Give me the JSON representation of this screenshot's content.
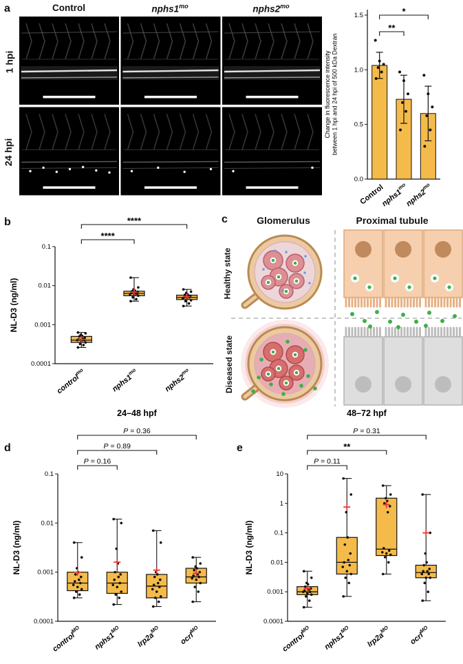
{
  "panels": {
    "a": {
      "label": "a"
    },
    "b": {
      "label": "b"
    },
    "c": {
      "label": "c"
    },
    "d": {
      "label": "d"
    },
    "e": {
      "label": "e"
    }
  },
  "microscopy": {
    "col_headers": [
      {
        "base": "Control",
        "sup": "",
        "italic": false
      },
      {
        "base": "nphs1",
        "sup": "mo",
        "italic": true
      },
      {
        "base": "nphs2",
        "sup": "mo",
        "italic": true
      }
    ],
    "row_labels": [
      "1 hpi",
      "24 hpi"
    ]
  },
  "diagram": {
    "col_headers": [
      "Glomerulus",
      "Proximal tubule"
    ],
    "row_labels": [
      "Healthy state",
      "Diseased state"
    ],
    "colors": {
      "healthy_cell": "#f6cfae",
      "diseased_cell": "#dedede",
      "tracer_green": "#3fae49"
    }
  },
  "chart_data": [
    {
      "id": "dextran-bar",
      "type": "bar",
      "ylabel_lines": [
        "Change in fluorescence intensity",
        "between 1 hpi and 24 hpi of 500 kDa Dextran"
      ],
      "categories": [
        {
          "base": "Control",
          "sup": "",
          "italic": false
        },
        {
          "base": "nphs1",
          "sup": "mo",
          "italic": true
        },
        {
          "base": "nphs2",
          "sup": "mo",
          "italic": true
        }
      ],
      "values": [
        1.04,
        0.73,
        0.6
      ],
      "errors": [
        0.12,
        0.22,
        0.25
      ],
      "points": [
        [
          0.92,
          0.98,
          1.02,
          1.05,
          1.08,
          1.27
        ],
        [
          0.45,
          0.62,
          0.7,
          0.78,
          0.9,
          0.98
        ],
        [
          0.3,
          0.45,
          0.58,
          0.66,
          0.78,
          0.95
        ]
      ],
      "ylim": [
        0,
        1.55
      ],
      "yticks": [
        "0.0",
        "0.5",
        "1.0",
        "1.5"
      ],
      "bar_color": "#f5bb4a",
      "annotations": [
        {
          "from": 0,
          "to": 1,
          "label": "**",
          "level": 0
        },
        {
          "from": 0,
          "to": 2,
          "label": "*",
          "level": 1
        }
      ]
    },
    {
      "id": "nld3-box-b",
      "type": "box",
      "title": "",
      "ylabel": "NL-D3 (ng/ml)",
      "ymin": 0.0001,
      "ymax": 0.1,
      "yticks": [
        "0.1",
        "0.01",
        "0.001",
        "0.0001"
      ],
      "box_color": "#f5bb4a",
      "mean_color": "#e53935",
      "categories": [
        {
          "base": "control",
          "sup": "mo",
          "italic": true
        },
        {
          "base": "nphs1",
          "sup": "mo",
          "italic": true
        },
        {
          "base": "nphs2",
          "sup": "mo",
          "italic": true
        }
      ],
      "groups": [
        {
          "lo": 0.00026,
          "q1": 0.00035,
          "median": 0.0004,
          "q3": 0.0005,
          "hi": 0.00063,
          "mean": 0.00042,
          "points": [
            0.00026,
            0.0003,
            0.00032,
            0.00035,
            0.00037,
            0.0004,
            0.0004,
            0.00042,
            0.00044,
            0.00046,
            0.0005,
            0.00052,
            0.00055,
            0.0006,
            0.00063
          ]
        },
        {
          "lo": 0.004,
          "q1": 0.0055,
          "median": 0.0063,
          "q3": 0.0072,
          "hi": 0.016,
          "mean": 0.0068,
          "points": [
            0.004,
            0.0045,
            0.005,
            0.0055,
            0.0058,
            0.006,
            0.0062,
            0.0065,
            0.0065,
            0.007,
            0.0072,
            0.0075,
            0.008,
            0.009,
            0.016
          ]
        },
        {
          "lo": 0.003,
          "q1": 0.0044,
          "median": 0.005,
          "q3": 0.0057,
          "hi": 0.008,
          "mean": 0.0052,
          "points": [
            0.003,
            0.0035,
            0.004,
            0.0042,
            0.0045,
            0.0047,
            0.005,
            0.005,
            0.0052,
            0.0055,
            0.0058,
            0.006,
            0.0065,
            0.007,
            0.008
          ]
        }
      ],
      "annotations": [
        {
          "from": 0,
          "to": 1,
          "label": "****",
          "level": 0
        },
        {
          "from": 0,
          "to": 2,
          "label": "****",
          "level": 1
        }
      ]
    },
    {
      "id": "nld3-box-d",
      "type": "box",
      "title": "24–48 hpf",
      "ylabel": "NL-D3 (ng/ml)",
      "ymin": 0.0001,
      "ymax": 0.1,
      "yticks": [
        "0.1",
        "0.01",
        "0.001",
        "0.0001"
      ],
      "box_color": "#f5bb4a",
      "mean_color": "#e53935",
      "categories": [
        {
          "base": "control",
          "sup": "MO",
          "italic": true
        },
        {
          "base": "nphs1",
          "sup": "MO",
          "italic": true
        },
        {
          "base": "lrp2a",
          "sup": "MO",
          "italic": true
        },
        {
          "base": "ocrl",
          "sup": "MO",
          "italic": true
        }
      ],
      "groups": [
        {
          "lo": 0.0003,
          "q1": 0.00042,
          "median": 0.0006,
          "q3": 0.001,
          "hi": 0.004,
          "mean": 0.001,
          "points": [
            0.0003,
            0.00035,
            0.0004,
            0.00045,
            0.0005,
            0.00055,
            0.0006,
            0.00065,
            0.0007,
            0.0008,
            0.0009,
            0.001,
            0.0012,
            0.002,
            0.004
          ]
        },
        {
          "lo": 0.00022,
          "q1": 0.00037,
          "median": 0.0006,
          "q3": 0.001,
          "hi": 0.012,
          "mean": 0.0016,
          "points": [
            0.00022,
            0.0003,
            0.00035,
            0.0004,
            0.0005,
            0.00055,
            0.0006,
            0.0007,
            0.0008,
            0.0009,
            0.001,
            0.0015,
            0.003,
            0.01,
            0.012
          ]
        },
        {
          "lo": 0.0002,
          "q1": 0.0003,
          "median": 0.00052,
          "q3": 0.0009,
          "hi": 0.007,
          "mean": 0.0011,
          "points": [
            0.0002,
            0.00025,
            0.0003,
            0.00032,
            0.0004,
            0.00045,
            0.0005,
            0.00055,
            0.0006,
            0.0007,
            0.0008,
            0.0009,
            0.001,
            0.004,
            0.007
          ]
        },
        {
          "lo": 0.00025,
          "q1": 0.0006,
          "median": 0.0008,
          "q3": 0.0012,
          "hi": 0.002,
          "mean": 0.00095,
          "points": [
            0.00025,
            0.0004,
            0.0005,
            0.0006,
            0.0007,
            0.00075,
            0.0008,
            0.00085,
            0.0009,
            0.001,
            0.0011,
            0.0012,
            0.0013,
            0.0015,
            0.002
          ]
        }
      ],
      "annotations": [
        {
          "from": 0,
          "to": 1,
          "label": "P = 0.16",
          "level": 0
        },
        {
          "from": 0,
          "to": 2,
          "label": "P = 0.89",
          "level": 1
        },
        {
          "from": 0,
          "to": 3,
          "label": "P = 0.36",
          "level": 2
        }
      ]
    },
    {
      "id": "nld3-box-e",
      "type": "box",
      "title": "48–72 hpf",
      "ylabel": "NL-D3 (ng/ml)",
      "ymin": 0.0001,
      "ymax": 10,
      "yticks": [
        "10",
        "1",
        "0.1",
        "0.01",
        "0.001",
        "0.0001"
      ],
      "box_color": "#f5bb4a",
      "mean_color": "#e53935",
      "categories": [
        {
          "base": "control",
          "sup": "MO",
          "italic": true
        },
        {
          "base": "nphs1",
          "sup": "MO",
          "italic": true
        },
        {
          "base": "lrp2a",
          "sup": "MO",
          "italic": true
        },
        {
          "base": "ocrl",
          "sup": "MO",
          "italic": true
        }
      ],
      "groups": [
        {
          "lo": 0.0003,
          "q1": 0.0008,
          "median": 0.001,
          "q3": 0.0015,
          "hi": 0.005,
          "mean": 0.0013,
          "points": [
            0.0003,
            0.0005,
            0.0007,
            0.0008,
            0.0009,
            0.001,
            0.001,
            0.0011,
            0.0012,
            0.0013,
            0.0015,
            0.0018,
            0.002,
            0.003,
            0.005
          ]
        },
        {
          "lo": 0.0007,
          "q1": 0.004,
          "median": 0.01,
          "q3": 0.07,
          "hi": 7,
          "mean": 0.75,
          "points": [
            0.0007,
            0.002,
            0.003,
            0.004,
            0.005,
            0.007,
            0.008,
            0.01,
            0.012,
            0.02,
            0.04,
            0.07,
            0.5,
            2,
            7
          ]
        },
        {
          "lo": 0.004,
          "q1": 0.017,
          "median": 0.028,
          "q3": 1.5,
          "hi": 4,
          "mean": 0.9,
          "points": [
            0.004,
            0.01,
            0.015,
            0.018,
            0.02,
            0.022,
            0.025,
            0.03,
            0.5,
            0.8,
            1,
            1.2,
            1.5,
            2,
            4
          ]
        },
        {
          "lo": 0.0005,
          "q1": 0.003,
          "median": 0.0045,
          "q3": 0.008,
          "hi": 2,
          "mean": 0.1,
          "points": [
            0.0005,
            0.001,
            0.002,
            0.003,
            0.003,
            0.004,
            0.004,
            0.005,
            0.005,
            0.006,
            0.008,
            0.01,
            0.02,
            0.1,
            2
          ]
        }
      ],
      "annotations": [
        {
          "from": 0,
          "to": 1,
          "label": "P = 0.11",
          "level": 0
        },
        {
          "from": 0,
          "to": 2,
          "label": "**",
          "level": 1
        },
        {
          "from": 0,
          "to": 3,
          "label": "P = 0.31",
          "level": 2
        }
      ]
    }
  ]
}
